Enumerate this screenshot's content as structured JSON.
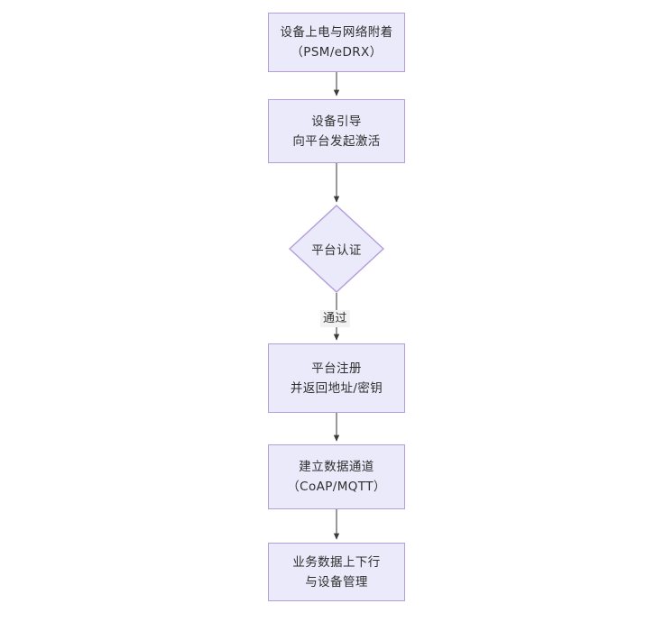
{
  "diagram": {
    "type": "flowchart",
    "orientation": "top-to-bottom",
    "background_color": "#FFFFFF",
    "node_fill_color": "#EBEAFA",
    "node_border_color": "#B39DDB",
    "node_text_color": "#2F2F2F",
    "edge_color": "#555555",
    "edge_label_background": "#F2F2F2"
  },
  "nodes": [
    {
      "id": "power-on",
      "shape": "rectangle",
      "line1": "设备上电与网络附着",
      "line2": "（PSM/eDRX）"
    },
    {
      "id": "bootstrap",
      "shape": "rectangle",
      "line1": "设备引导",
      "line2": "向平台发起激活"
    },
    {
      "id": "platform-auth",
      "shape": "diamond",
      "line1": "平台认证",
      "line2": ""
    },
    {
      "id": "platform-register",
      "shape": "rectangle",
      "line1": "平台注册",
      "line2": "并返回地址/密钥"
    },
    {
      "id": "data-channel",
      "shape": "rectangle",
      "line1": "建立数据通道",
      "line2": "（CoAP/MQTT）"
    },
    {
      "id": "business-data",
      "shape": "rectangle",
      "line1": "业务数据上下行",
      "line2": "与设备管理"
    }
  ],
  "edges": [
    {
      "id": "e1",
      "from": "power-on",
      "to": "bootstrap",
      "label": ""
    },
    {
      "id": "e2",
      "from": "bootstrap",
      "to": "platform-auth",
      "label": ""
    },
    {
      "id": "e3",
      "from": "platform-auth",
      "to": "platform-register",
      "label": "通过"
    },
    {
      "id": "e4",
      "from": "platform-register",
      "to": "data-channel",
      "label": ""
    },
    {
      "id": "e5",
      "from": "data-channel",
      "to": "business-data",
      "label": ""
    }
  ]
}
